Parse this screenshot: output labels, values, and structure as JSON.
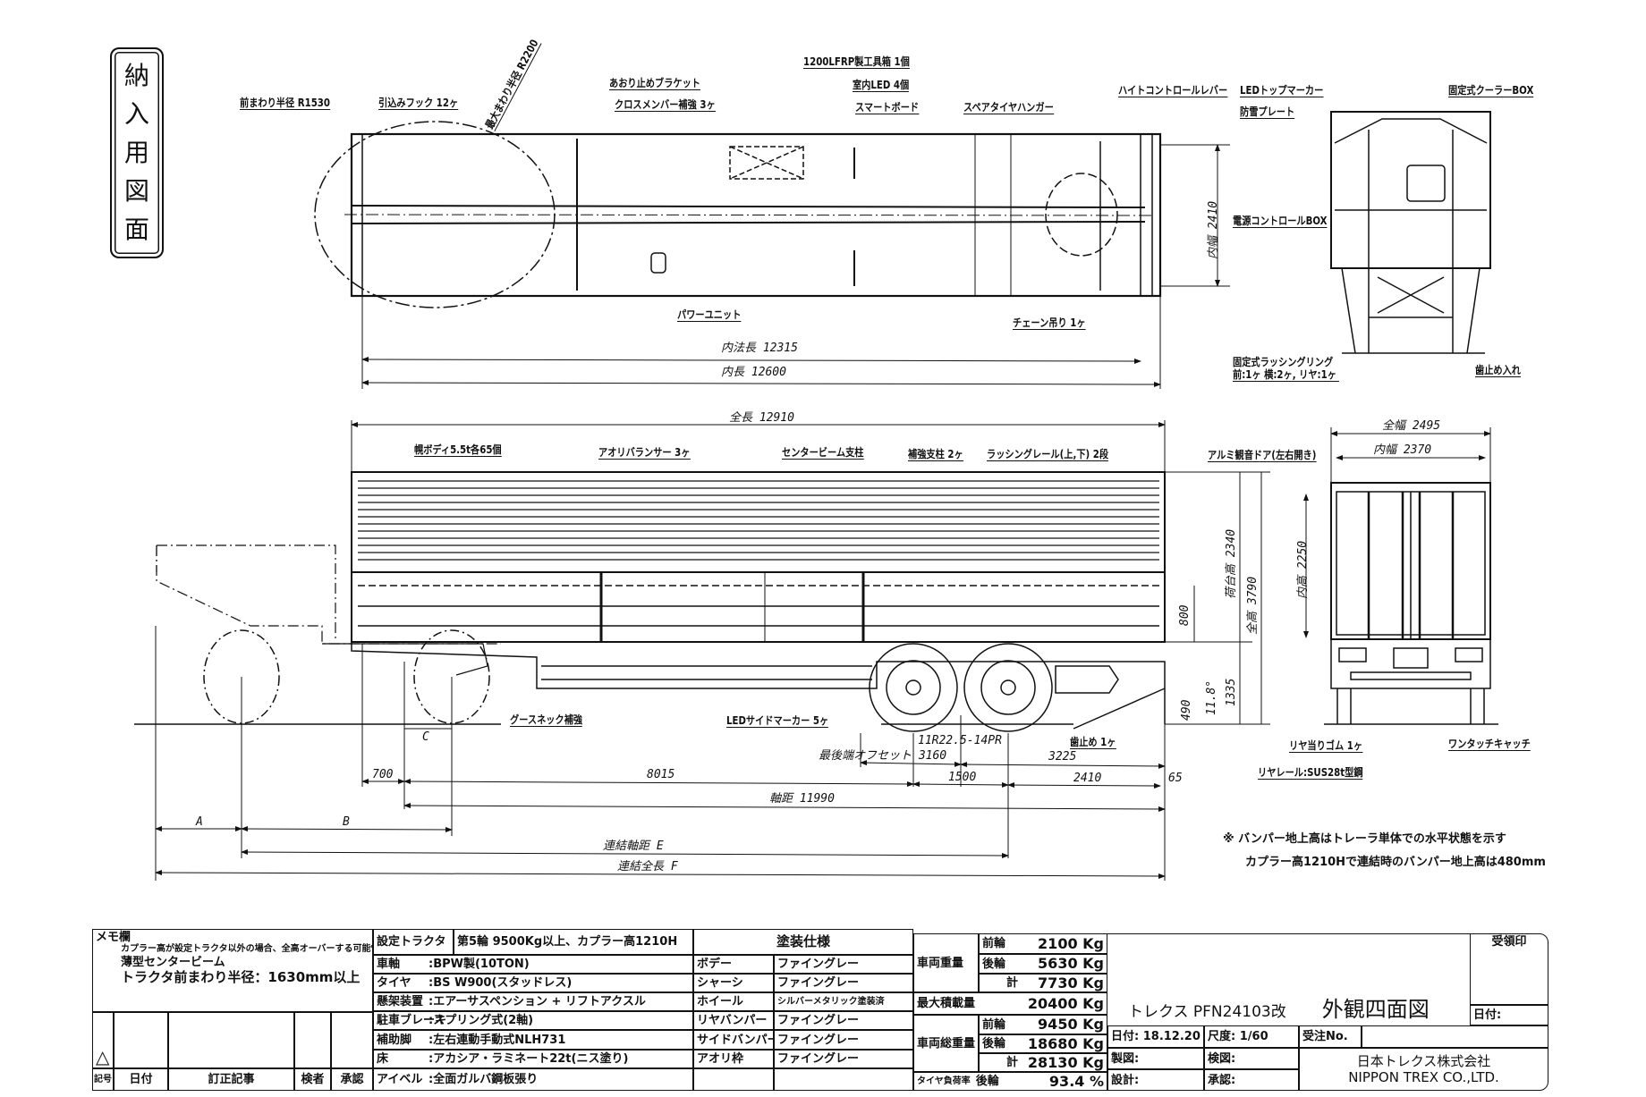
{
  "stamp": {
    "chars": [
      "納",
      "入",
      "用",
      "図",
      "面"
    ]
  },
  "top_view": {
    "labels": {
      "min_turn_radius": "前まわり半径 R1530",
      "tow_hook": "引込みフック 12ヶ",
      "max_turn_radius": "最大まわり半径 R2200",
      "gate_bracket": "あおり止めブラケット",
      "crossmember": "クロスメンバー補強 3ヶ",
      "toolbox": "1200LFRP製工具箱 1個",
      "interior_led": "室内LED 4個",
      "smart_board": "スマートボード",
      "spare_hanger": "スペアタイヤハンガー",
      "height_lever": "ハイトコントロールレバー",
      "power_unit": "パワーユニット",
      "chain": "チェーン吊り 1ヶ"
    },
    "dims": {
      "inner_width": "内幅 2410",
      "floor_length": "内法長 12315",
      "inner_length": "内長 12600"
    }
  },
  "front_view": {
    "labels": {
      "led_top_marker": "LEDトップマーカー",
      "snow_plate": "防雪プレート",
      "cooler_box": "固定式クーラーBOX",
      "control_box": "電源コントロールBOX",
      "lashing_ring": "固定式ラッシングリング 前:1ヶ 横:2ヶ, リヤ:1ヶ",
      "chock_holder": "歯止め入れ"
    }
  },
  "side_view": {
    "labels": {
      "wing_body": "幌ボディ5.5t各65個",
      "gate_balancer": "アオリバランサー 3ヶ",
      "center_post": "センタービーム支柱",
      "reinforce_post": "補強支柱 2ヶ",
      "lashing_rail": "ラッシングレール(上,下) 2段",
      "gooseneck": "グースネック補強",
      "side_marker": "LEDサイドマーカー 5ヶ",
      "tire": "11R22.5-14PR",
      "chock": "歯止め 1ヶ"
    },
    "dims": {
      "overall_length": "全長 12910",
      "deck_height": "荷台高 2340",
      "overall_height": "全高 3790",
      "d800": "800",
      "d1335": "1335",
      "angle": "11.8°",
      "d490": "490",
      "rear_offset": "最後端オフセット 3160",
      "d3225": "3225",
      "d700": "700",
      "d8015": "8015",
      "d1500": "1500",
      "d2410": "2410",
      "d65": "65",
      "wheelbase": "軸距 11990",
      "c": "C",
      "a": "A",
      "b": "B",
      "e": "連結軸距 E",
      "f": "連結全長 F"
    }
  },
  "rear_view": {
    "dims": {
      "overall_width": "全幅 2495",
      "inner_width": "内幅 2370",
      "inner_height": "内高 2250"
    },
    "labels": {
      "door": "アルミ観音ドア(左右開き)",
      "rear_rubber": "リヤ当りゴム 1ヶ",
      "rear_rail": "リヤレール:SUS28t型鋼",
      "catch": "ワンタッチキャッチ"
    }
  },
  "note": {
    "line1": "※ バンパー地上高はトレーラ単体での水平状態を示す",
    "line2": "カプラー高1210Hで連結時のバンパー地上高は480mm"
  },
  "title_block": {
    "memo": {
      "title": "メモ欄",
      "line1": "カプラー高が設定トラクタ以外の場合、全高オーバーする可能性があります",
      "line2": "薄型センタービーム",
      "line3": "トラクタ前まわり半径：1630mm以上"
    },
    "revision": {
      "triangle": "△",
      "headers": [
        "記号",
        "日付",
        "訂正記事",
        "検者",
        "承認"
      ]
    },
    "specs": [
      {
        "label": "設定トラクタ",
        "value": "第5輪 9500Kg以上、カプラー高1210H"
      },
      {
        "label": "車軸",
        "value": ":BPW製(10TON)"
      },
      {
        "label": "タイヤ",
        "value": ":BS W900(スタッドレス)"
      },
      {
        "label": "懸架装置",
        "value": ":エアーサスペンション + リフトアクスル"
      },
      {
        "label": "駐車ブレーキ",
        "value": ":スプリング式(2軸)"
      },
      {
        "label": "補助脚",
        "value": ":左右連動手動式NLH731"
      },
      {
        "label": "床",
        "value": ":アカシア・ラミネート22t(ニス塗り)"
      },
      {
        "label": "アイベル",
        "value": ":全面ガルバ鋼板張り"
      }
    ],
    "paint": {
      "title": "塗装仕様",
      "rows": [
        {
          "part": "ボデー",
          "color": "ファイングレー"
        },
        {
          "part": "シャーシ",
          "color": "ファイングレー"
        },
        {
          "part": "ホイール",
          "color": "シルバーメタリック塗装済"
        },
        {
          "part": "リヤバンパー",
          "color": "ファイングレー"
        },
        {
          "part": "サイドバンパー",
          "color": "ファイングレー"
        },
        {
          "part": "アオリ枠",
          "color": "ファイングレー"
        }
      ]
    },
    "weights": {
      "vehicle_weight": {
        "label": "車両重量",
        "front_label": "前輪",
        "front": "2100 Kg",
        "rear_label": "後輪",
        "rear": "5630 Kg",
        "total_label": "計",
        "total": "7730 Kg"
      },
      "max_load": {
        "label": "最大積載量",
        "value": "20400 Kg"
      },
      "gross_weight": {
        "label": "車両総重量",
        "front_label": "前輪",
        "front": "9450 Kg",
        "rear_label": "後輪",
        "rear": "18680 Kg",
        "total_label": "計",
        "total": "28130 Kg"
      },
      "tire_load": {
        "label": "タイヤ負荷率",
        "axle_label": "後輪",
        "value": "93.4 %"
      }
    },
    "title": {
      "model": "トレクス PFN24103改",
      "drawing_name": "外観四面図"
    },
    "info": {
      "date": "日付: 18.12.20",
      "scale": "尺度: 1/60",
      "order_no": "受注No.",
      "drawn": "製図:",
      "checked": "検図:",
      "design": "設計:",
      "approved": "承認:"
    },
    "receipt": {
      "title": "受領印",
      "date": "日付:"
    },
    "company": {
      "ja": "日本トレクス株式会社",
      "en": "NIPPON TREX CO.,LTD."
    }
  }
}
